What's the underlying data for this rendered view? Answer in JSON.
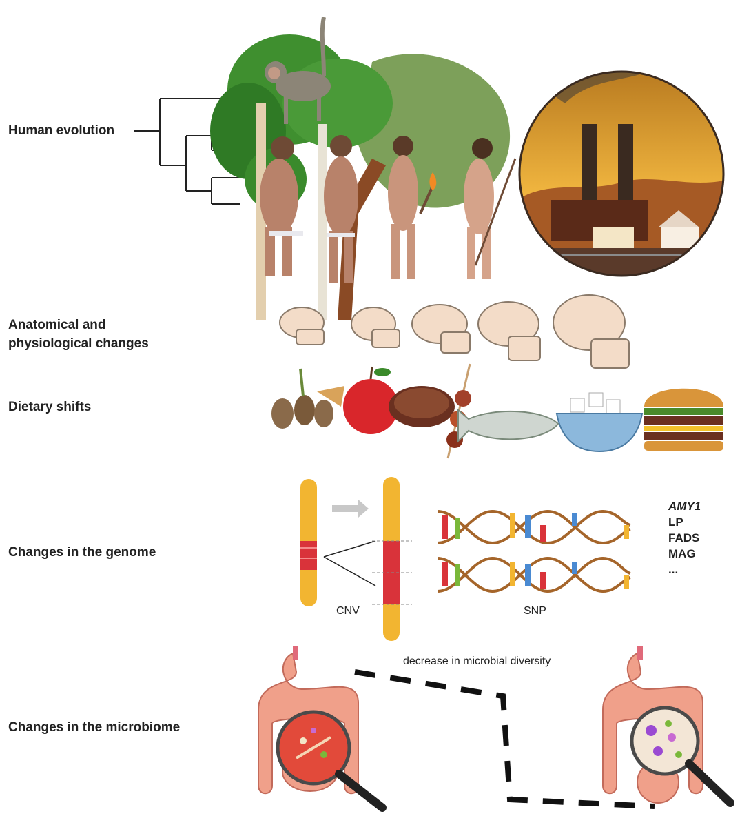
{
  "rows": {
    "evolution": "Human evolution",
    "anatomy_line1": "Anatomical and",
    "anatomy_line2": "physiological changes",
    "diet": "Dietary shifts",
    "genome": "Changes in the genome",
    "microbiome": "Changes in the microbiome"
  },
  "genome": {
    "cnv_label": "CNV",
    "snp_label": "SNP",
    "genes": [
      "AMY1",
      "LP",
      "FADS",
      "MAG",
      "..."
    ]
  },
  "microbiome": {
    "diversity_label": "decrease in microbial diversity"
  },
  "colors": {
    "chromosome_yellow": "#f2b531",
    "chromosome_red": "#d9333a",
    "dna_backbone": "#a5652a",
    "intestine": "#f0a08a",
    "sky": "#f2b740"
  }
}
